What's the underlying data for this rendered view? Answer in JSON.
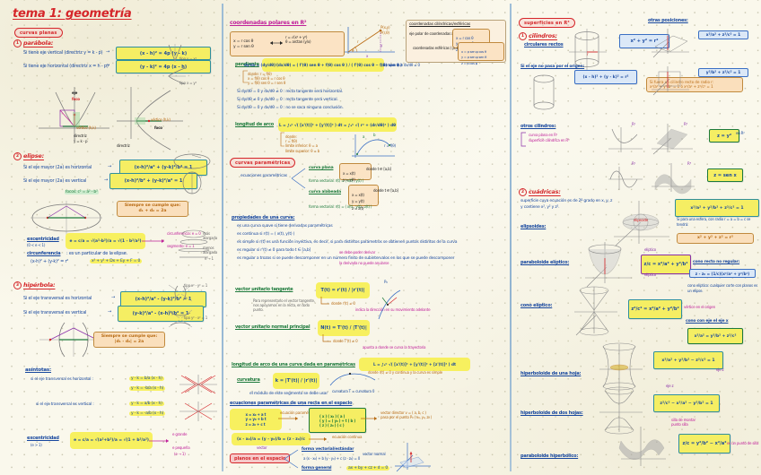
{
  "page": {
    "title": "tema 1: geometría",
    "paper_color": "#faf8ec",
    "dot_color": "#c9c6b0",
    "accent_red": "#d5262a",
    "accent_blue": "#2a56b8",
    "accent_green": "#1d7a3c",
    "highlight_yellow": "#f5ee63"
  },
  "col1": {
    "pill": "curvas planas",
    "sections": [
      {
        "num": "1",
        "heading": "parábola:",
        "lines": [
          {
            "text": "Si tiene eje vertical (directriz y = k - p)",
            "arrow": "→"
          },
          {
            "text": "Si tiene eje horizontal (directriz x = h - p)",
            "arrow": "→"
          }
        ],
        "formulas": [
          "(x - h)² = 4p (y - k)",
          "(y - k)² = 4p (x - h)"
        ],
        "sketch_labels": [
          "tipo  y = x²",
          "tipo  x = y²"
        ],
        "diagram_terms": [
          "eje",
          "foco",
          "vértice (h,k)",
          "directriz",
          "y = k - p",
          "p",
          "F"
        ]
      },
      {
        "num": "2",
        "heading": "elipse:",
        "lines": [
          {
            "text": "Si el eje mayor (2a) es horizontal",
            "arrow": "→"
          },
          {
            "text": "Si el eje mayor (2a) es vertical",
            "arrow": "→"
          }
        ],
        "formulas": [
          "(x-h)²/a² + (y-k)²/b² = 1",
          "(x-h)²/b² + (y-k)²/a² = 1"
        ],
        "note_label": "focos:  c² = a² - b²",
        "always_box": "Siempre se cumple que:\nd₁ + d₂ = 2a",
        "bullets": [
          {
            "label": "excentricidad",
            "sub": "(0 < e < 1)",
            "formula": "e = c/a = √(a²-b²)/a = √(1 - b²/a²)"
          },
          {
            "label": "circunferencia",
            "text": ": es un particular de la elipse.",
            "formula2": "(x-h)² + (y-k)² = r²",
            "formula3": "x² + y² + Dx + Ey + F = 0"
          }
        ],
        "right_notes": [
          "circunferencia: e = 0",
          "segmento: e = 1",
          "más",
          "alargada",
          "menos",
          "alargada",
          "e → 1",
          "e → 0"
        ]
      },
      {
        "num": "3",
        "heading": "hipérbola:",
        "lines": [
          {
            "text": "Si el eje transversal es horizontal",
            "arrow": "→"
          },
          {
            "text": "Si el eje transversal es vertical",
            "arrow": "→"
          }
        ],
        "formulas": [
          "(x-h)²/a² - (y-k)²/b² = 1",
          "(y-k)²/a² - (x-h)²/b² = 1"
        ],
        "sketch_labels": [
          "tipo  x² - y² = 1",
          "tipo  y² - x² = 1"
        ],
        "always_box": "Siempre se cumple que:\n|d₁ - d₂| = 2a",
        "asymptotes": {
          "label": "asíntotas:",
          "horizontal_label": "si el eje transversal es horizontal :",
          "horizontal_eqs": [
            "y - k = b/a (x - h)",
            "y - k = -b/a (x - h)"
          ],
          "vertical_label": "si el eje transversal es vertical :",
          "vertical_eqs": [
            "y - k = a/b (x - h)",
            "y - k = -a/b (x - h)"
          ]
        },
        "eccentricity": {
          "label": "excentricidad",
          "sub": "(e > 1)",
          "formula": "e = c/a = √(a²+b²)/a = √(1 + b²/a²)",
          "notes": [
            "e grande",
            "e pequeña",
            "(e → 1)"
          ]
        }
      }
    ]
  },
  "col2": {
    "head": "coordenadas polares en R²",
    "conv_box": "x = r cos θ\ny = r sen θ",
    "conv_box2": "r = √(x² + y²)\nθ = arctan (y/x)",
    "polar_fig_labels": [
      "P(x,y)",
      "P(r,θ)",
      "r",
      "θ",
      "x",
      "y"
    ],
    "slope": {
      "label": "pendiente",
      "formula": "dy/dx = (dy/dθ)/(dx/dθ) = ( f'(θ) sen θ + f(θ) cos θ ) / ( f'(θ) cos θ − f(θ) sen θ )",
      "cond": ", siempre que dx/dθ ≠ 0",
      "where": "donde:  r = f(θ)\n  x = f(θ) cos θ = r cos θ\n  y = f(θ) sen θ = r sen θ",
      "cases": [
        "Si dy/dθ = 0  y  dx/dθ ≠ 0 : recta tangente será horizontal.",
        "Si dy/dθ ≠ 0  y  dx/dθ = 0 : recta tangente será vertical.",
        "Si dy/dθ = 0  y  dx/dθ = 0 : no se saca ninguna conclusión."
      ]
    },
    "arc_length": {
      "label": "longitud de arco",
      "formula": "L = ∫ₐᵇ √( [x'(t)]² + [y'(t)]² ) dt = ∫ₐᵇ √( r² + (dr/dθ)² ) dθ",
      "where": "donde:\n   r = f(θ)\n   límite inferior: θ = a\n   límite superior: θ = b",
      "fig_labels": [
        "a",
        "b",
        "r = f(θ)"
      ]
    },
    "param_head": "curvas paramétricas",
    "param": {
      "label": "ecuaciones paramétricas",
      "branches": [
        {
          "name": "curva plana",
          "eq": "x = x(t)\ny = y(t)",
          "range": "donde  t ∈ [a,b]",
          "vec": "forma vectorial:  r(t) = ( x(t) , y(t) )"
        },
        {
          "name": "curva alabeada",
          "eq": "x = x(t)\ny = y(t)\nz = z(t)",
          "range": "donde  t ∈ [a,b]",
          "vec": "forma vectorial:  r(t) = ( x(t) , y(t) , z(t) )"
        }
      ]
    },
    "prop_head": "propiedades de una curva:",
    "props": [
      "es una curva suave  si  tiene derivadas paramétricas",
      "es continua  si  r(t) = ( x(t), y(t) )",
      "es simple  si  r(t) es una función inyectiva, es decir, si para distintos parámetros se obtienen puntos distintos de la curva",
      "es regular  si  r'(t) ≠ 0 para todo t ∈ [a,b]",
      "es regular a trozos  si  se puede descomponer en un número finito de subintervalos en los que se puede descomponer"
    ],
    "prop_notes": [
      "se debe poder derivar",
      "la derivada no puede anularse"
    ],
    "tangent": {
      "label": "vector unitario tangente",
      "formula": "T(t) = r'(t) / |r'(t)|",
      "where": "donde r'(t) ≠ 0",
      "note": "Para representarlo el vector tangente, nos apoyamos en la recta, en todo punto.",
      "note2": "indica la dirección en su movimiento adelante"
    },
    "normal": {
      "label": "vector unitario normal principal",
      "formula": "N(t) = T'(t) / |T'(t)|",
      "where": "donde T'(t) ≠ 0",
      "note": "apunta a donde se curva la trayectoria"
    },
    "arc3d": {
      "label": "longitud de arco de una curva dada en paramétricas",
      "formula": "L = ∫ₐᵇ √( [x'(t)]² + [y'(t)]² + [z'(t)]² ) dt",
      "where": "donde r(t) ≠ 0 y  continua  y la curva es simple"
    },
    "curvature": {
      "label": "curvatura",
      "formula": "k = |T'(t)| / |r'(t)|",
      "note": "curvatura  T = curvatura 0",
      "note2": "el módulo de este segmento se debe usar"
    },
    "line3d": {
      "label": "ecuaciones paramétricas de una recta en el espacio",
      "param_eqs": "x = x₀ + a t\ny = y₀ + b t\nz = z₀ + c t",
      "label_param": "ecuación paramétrica",
      "vector_form": "( x )   ( x₀ )     ( a )\n( y ) = ( y₀ ) + t ( b )\n( z )   ( z₀ )     ( c )",
      "note_right": "vector director  v = ( a, b, c )\npasa por el punto  P₀ ( x₀, y₀, z₀ )",
      "sym_eq": "(x - x₀)/a = (y - y₀)/b = (z - z₀)/c",
      "label_sym": "ecuación continua",
      "vec_note": "vector"
    },
    "planes": {
      "label": "planos en el espacio",
      "branches": [
        {
          "name": "forma vectorial/estándar",
          "eq": "a (x - x₀) + b (y - y₀) + c (z - z₀) = 0"
        },
        {
          "name": "forma general",
          "eq": "ax + by + cz + d = 0"
        }
      ],
      "vec_label": "vector normal",
      "fig_labels": [
        "n",
        "P₀",
        "P",
        "x",
        "y",
        "z"
      ]
    }
  },
  "col3": {
    "head_pill": "coordenadas cilíndricas/esféricas",
    "cyl_box": "x = r cos θ\ny = r sen θ\nz = z",
    "sph_box": "x = ρ sen φ cos θ\ny = ρ sen φ sen θ\nz = ρ cos φ",
    "cyl_label": "eje polar de coordenadas x e y",
    "esf_label": "coordenadas esféricas ( ρ, θ, φ )"
  },
  "col4": {
    "head": "superficies en R³",
    "sections": [
      {
        "num": "1",
        "heading": "cilindros:",
        "sub1": "circulares rectos",
        "sub2": "Si el eje no pasa por el origen:",
        "formula1": "x² + y² = r²",
        "formula2": "(x - h)² + (y - k)² = r²",
        "note": "Si fuera un cilindro recto de radio r:\n x²/a² + y²/b² = 1   ó   x²/a² + z²/c² = 1",
        "others_label": "otros cilindros:",
        "others_note": "curva plana en R²\nsuperficie cilíndrica en R³",
        "plane_note": "otras posiciones:",
        "plane_boxes": [
          "x²/a² + z²/c² = 1",
          "y²/b² + z²/c² = 1"
        ],
        "fig_eqs": [
          "z = y²",
          "z = sen x"
        ],
        "fig_plane_labels": [
          "R²",
          "R³",
          "R²",
          "R³"
        ],
        "fig_note": "en R²"
      },
      {
        "num": "2",
        "heading": "cuádricas:",
        "intro": "superficie cuya ecuación es de 2º grado en x, y, z\ny contiene x², y² y z².",
        "items": [
          {
            "name": "elipsoides:",
            "formula": "x²/a² + y²/b² + z²/c² = 1",
            "note": "Si para una esfera, con radio r = a = b = c se tendrá:",
            "note_box": "x² + y² + z² = r²"
          },
          {
            "name": "paraboloide elíptico:",
            "formula": "z/c = x²/a² + y²/b²",
            "label": "elíptico",
            "right_label": "cono recto no regular:",
            "right_formula": "z - z₀ = (1/c)(x²/a² + y²/b²)",
            "right_note": "cono elíptico: cualquier corte con planos es un elipse."
          },
          {
            "name": "cono elíptico:",
            "formula": "z²/c² = x²/a² + y²/b²",
            "note": "vértice en el origen",
            "right_note": "cono con eje el eje x",
            "right_formula": "x²/a² = y²/b² + z²/c²"
          },
          {
            "name": "hiperboloide de una hoja:",
            "formula": "x²/a² + y²/b² − z²/c² = 1",
            "note": "eje z"
          },
          {
            "name": "hiperboloide de dos hojas:",
            "formula": "z²/c² − x²/a² − y²/b² = 1",
            "note": "eje z"
          },
          {
            "name": "paraboloide hiperbólico:",
            "formula": "z/c = y²/b² − x²/a²",
            "note": "silla de montar\npunto silla",
            "right_note": "es un punto de silla"
          }
        ]
      }
    ]
  }
}
